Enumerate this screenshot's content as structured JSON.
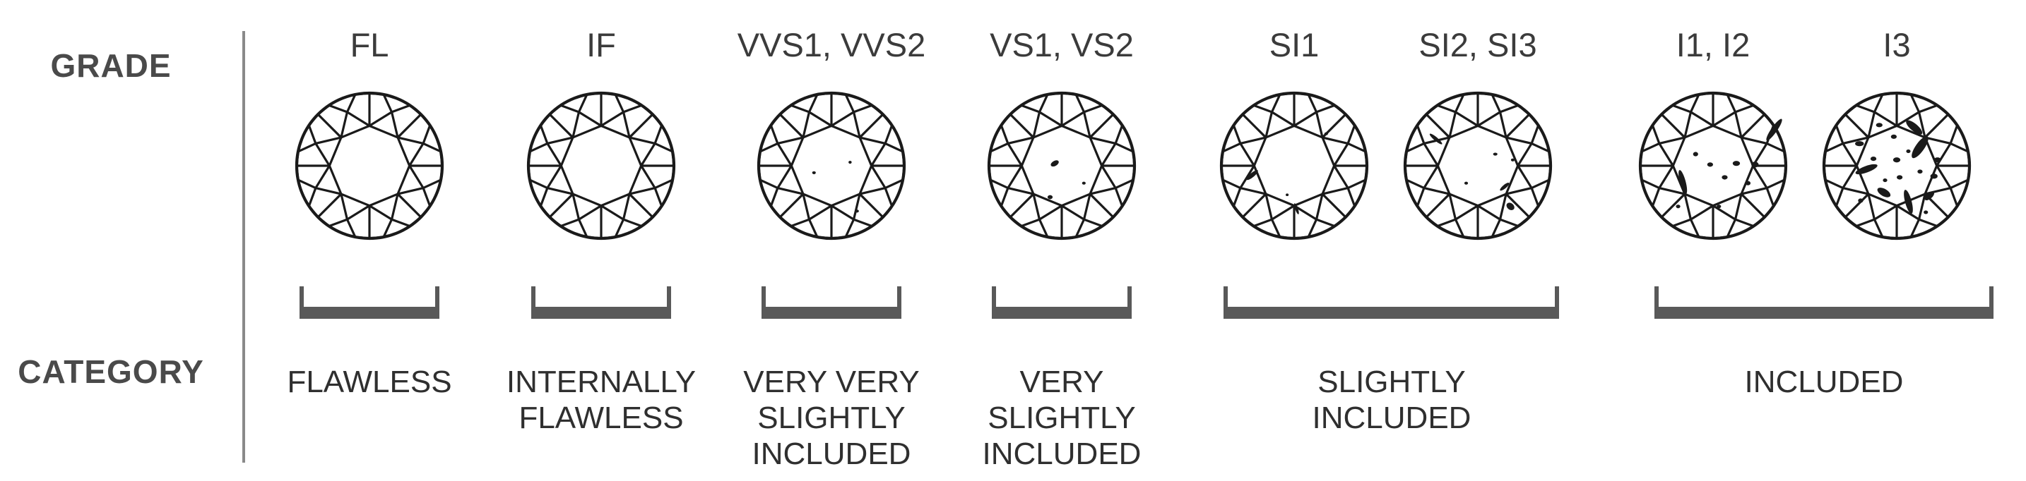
{
  "row_labels": {
    "grade": "GRADE",
    "category": "CATEGORY"
  },
  "grades": [
    {
      "id": "fl",
      "label": "FL"
    },
    {
      "id": "if",
      "label": "IF"
    },
    {
      "id": "vvs",
      "label": "VVS1, VVS2"
    },
    {
      "id": "vs",
      "label": "VS1, VS2"
    },
    {
      "id": "si1",
      "label": "SI1"
    },
    {
      "id": "si2-si3",
      "label": "SI2, SI3"
    },
    {
      "id": "i1-i2",
      "label": "I1, I2"
    },
    {
      "id": "i3",
      "label": "I3"
    }
  ],
  "categories": [
    {
      "id": "flawless",
      "lines": [
        "FLAWLESS"
      ]
    },
    {
      "id": "internally-flawless",
      "lines": [
        "INTERNALLY",
        "FLAWLESS"
      ]
    },
    {
      "id": "vvs",
      "lines": [
        "VERY VERY",
        "SLIGHTLY",
        "INCLUDED"
      ]
    },
    {
      "id": "vs",
      "lines": [
        "VERY",
        "SLIGHTLY",
        "INCLUDED"
      ]
    },
    {
      "id": "slightly-included",
      "lines": [
        "SLIGHTLY",
        "INCLUDED"
      ]
    },
    {
      "id": "included",
      "lines": [
        "INCLUDED"
      ]
    }
  ],
  "colors": {
    "outline": "#1a1a1a",
    "bracket": "#595959",
    "text": "#3b3b3b"
  }
}
